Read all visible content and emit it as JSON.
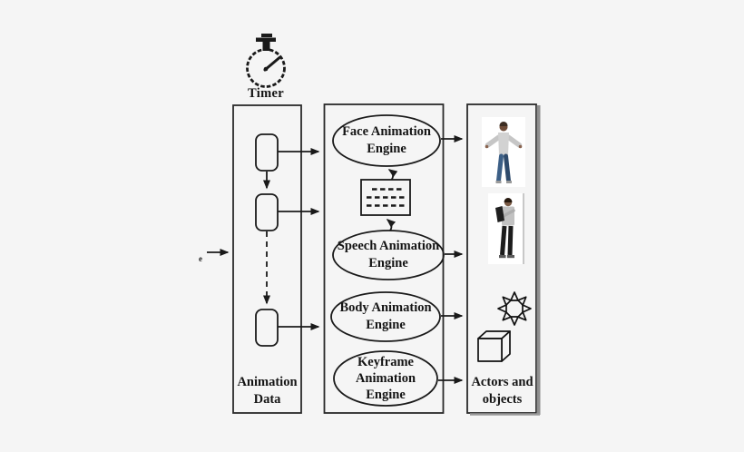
{
  "figure": {
    "type": "architecture-diagram",
    "background": "#f5f5f5",
    "line_color": "#1a1a1a"
  },
  "timer": {
    "label": "Timer",
    "icon": "stopwatch-icon"
  },
  "left_panel": {
    "title_lines": [
      "Animation",
      "Data"
    ],
    "node_count": 3,
    "nodes": [
      "data-buffer-1",
      "data-buffer-2",
      "data-buffer-3"
    ]
  },
  "middle_panel": {
    "engines": [
      {
        "id": "face-animation-engine",
        "lines": [
          "Face Animation",
          "Engine"
        ]
      },
      {
        "id": "speech-animation-engine",
        "lines": [
          "Speech Animation",
          "Engine"
        ]
      },
      {
        "id": "body-animation-engine",
        "lines": [
          "Body Animation",
          "Engine"
        ]
      },
      {
        "id": "keyframe-animation-engine",
        "lines": [
          "Keyframe",
          "Animation",
          "Engine"
        ]
      }
    ],
    "phoneme_box": {
      "icon": "dashed-lines-box",
      "rows": 3
    }
  },
  "right_panel": {
    "title_lines": [
      "Actors and",
      "objects"
    ],
    "icons": [
      "tpose-human-figure",
      "standing-human-figure",
      "sun-shape",
      "cube-shape"
    ]
  },
  "edge_text_fragment": "e"
}
